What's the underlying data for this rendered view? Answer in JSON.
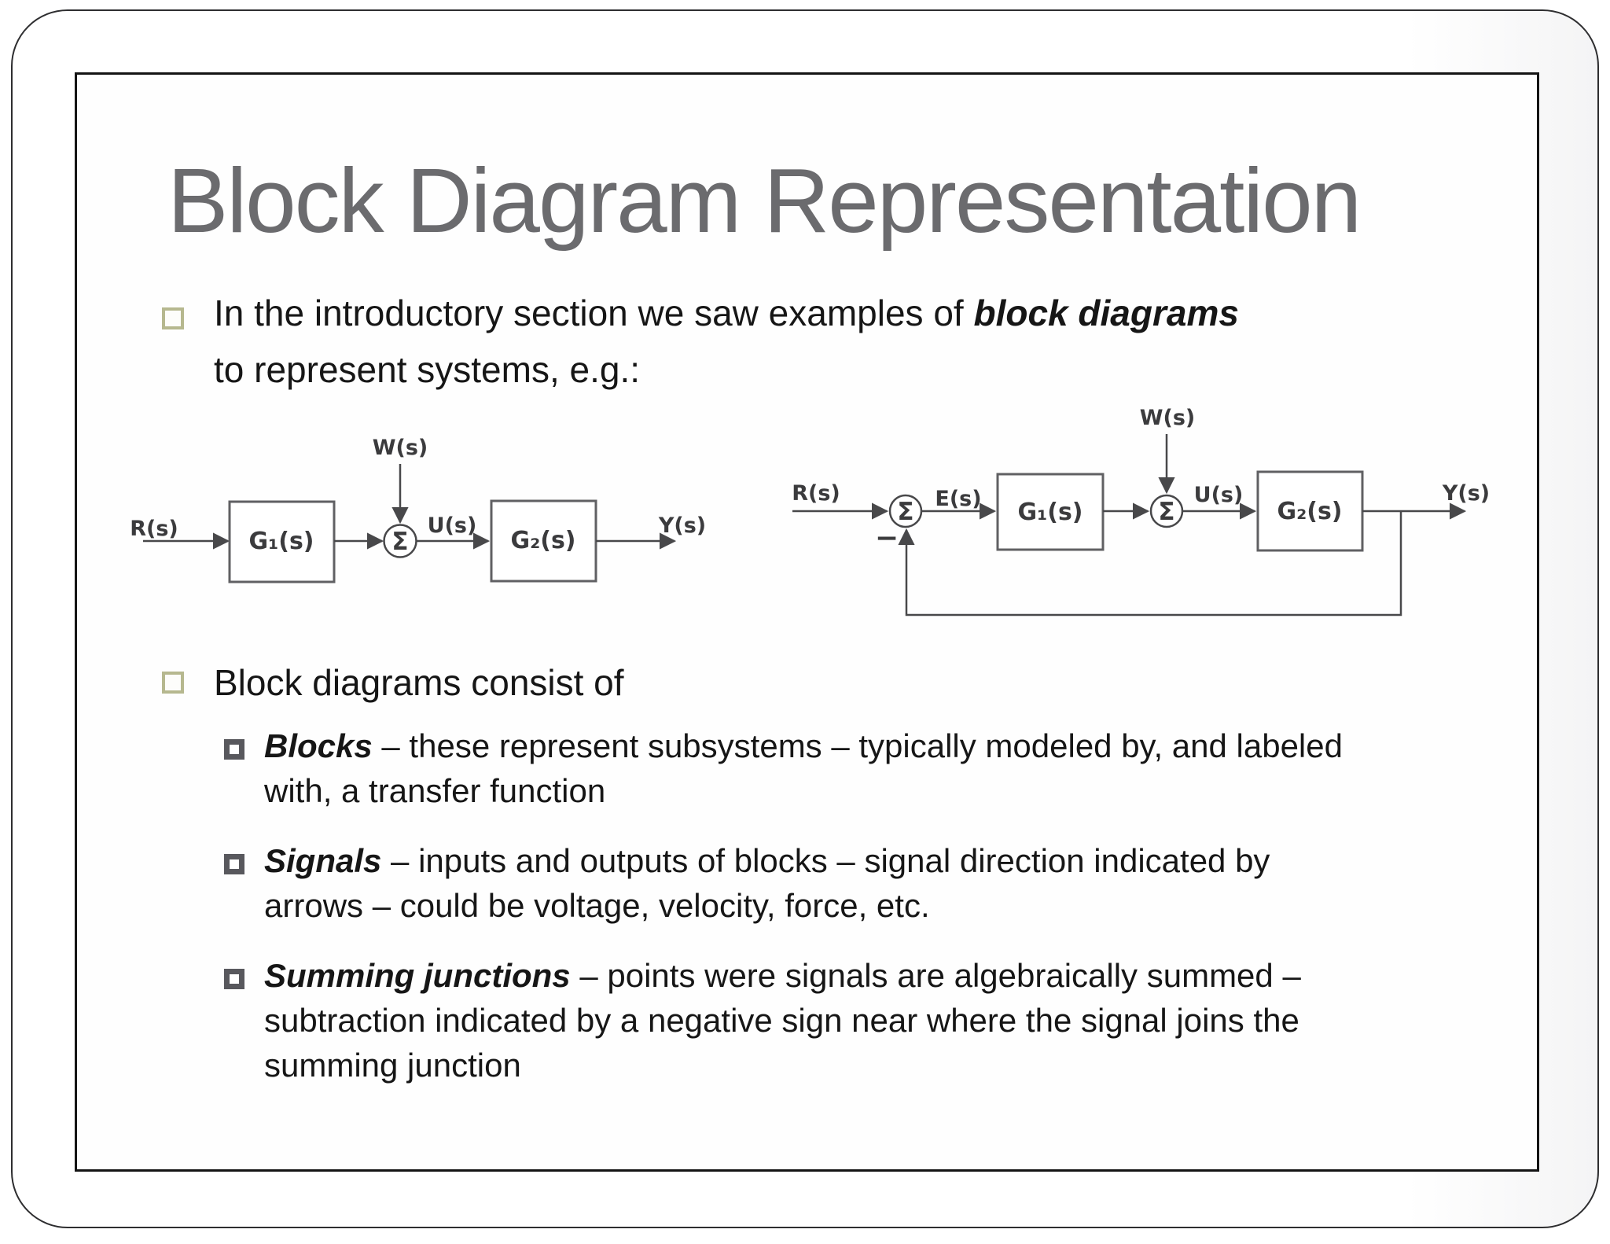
{
  "slide": {
    "title": "Block Diagram Representation",
    "bullets": {
      "intro": {
        "lines": [
          [
            {
              "t": "In the introductory section we saw examples of "
            },
            {
              "t": "block diagrams",
              "b": true
            }
          ],
          [
            {
              "t": "to represent systems, e.g.:"
            }
          ]
        ]
      },
      "consist": {
        "lines": [
          [
            {
              "t": "Block diagrams consist of"
            }
          ]
        ]
      },
      "blocks": {
        "lines": [
          [
            {
              "t": "Blocks",
              "b": true
            },
            {
              "t": " – these represent subsystems – typically modeled by, and labeled"
            }
          ],
          [
            {
              "t": "with, a transfer function"
            }
          ]
        ]
      },
      "signals": {
        "lines": [
          [
            {
              "t": "Signals",
              "b": true
            },
            {
              "t": " – inputs and outputs of blocks – signal direction indicated by"
            }
          ],
          [
            {
              "t": "arrows – could be voltage, velocity, force, etc."
            }
          ]
        ]
      },
      "summing": {
        "lines": [
          [
            {
              "t": "Summing junctions",
              "b": true
            },
            {
              "t": " – points were signals are algebraically summed –"
            }
          ],
          [
            {
              "t": "subtraction indicated by a negative sign near where the signal joins the"
            }
          ],
          [
            {
              "t": "summing junction"
            }
          ]
        ]
      }
    }
  },
  "diagram_open_loop": {
    "labels": {
      "input": "R(s)",
      "disturbance": "W(s)",
      "block1": "G₁(s)",
      "sum": "Σ",
      "control": "U(s)",
      "block2": "G₂(s)",
      "output": "Y(s)"
    }
  },
  "diagram_closed_loop": {
    "labels": {
      "input": "R(s)",
      "sum1": "Σ",
      "minus": "−",
      "error": "E(s)",
      "block1": "G₁(s)",
      "disturbance": "W(s)",
      "sum2": "Σ",
      "control": "U(s)",
      "block2": "G₂(s)",
      "output": "Y(s)"
    }
  },
  "colors": {
    "title_gray": "#6b6b6e",
    "body_text": "#161616",
    "level1_bullet_outline": "#b6b88f",
    "level2_bullet_fill": "#58585d",
    "diagram_stroke": "#48484a"
  }
}
